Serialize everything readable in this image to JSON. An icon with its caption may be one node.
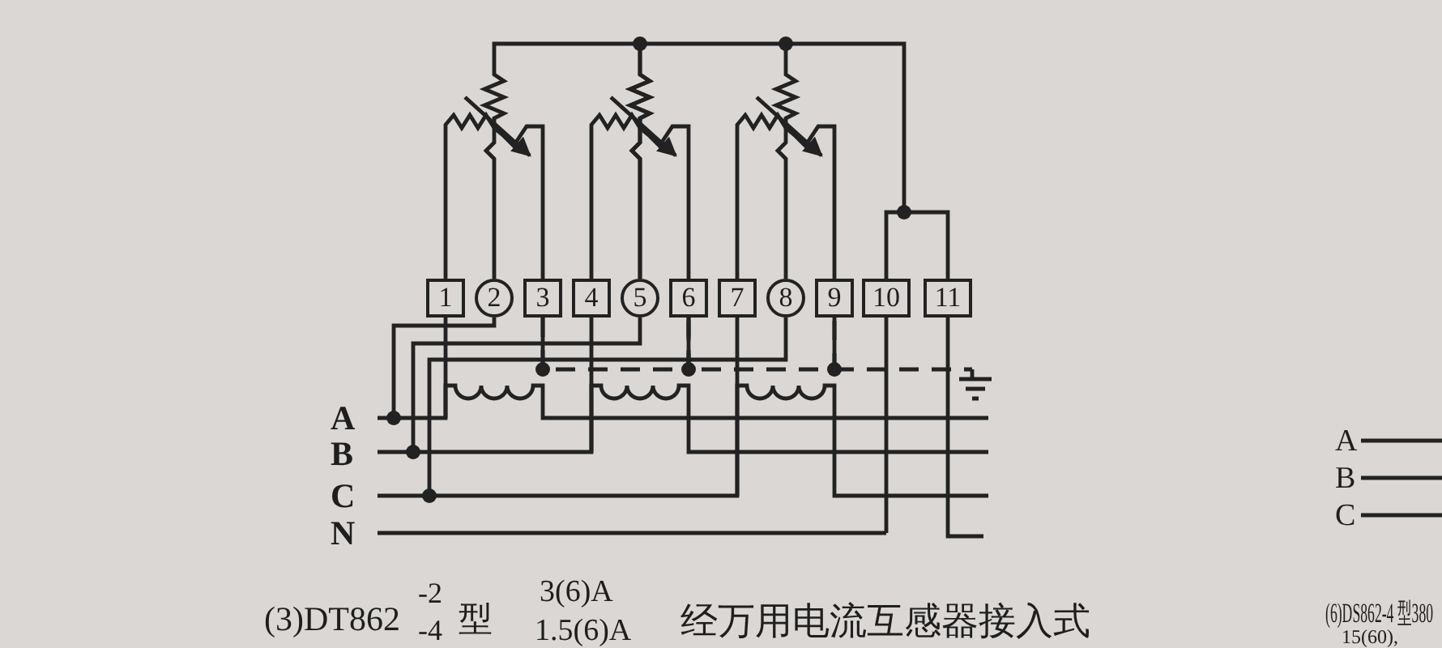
{
  "diagram": {
    "nodes": [
      {
        "text": [
          "1"
        ]
      },
      {
        "text": [
          "2"
        ]
      },
      {
        "text": [
          "3"
        ]
      },
      {
        "text": [
          "4"
        ]
      },
      {
        "text": [
          "5"
        ]
      },
      {
        "text": [
          "6"
        ]
      },
      {
        "text": [
          "7"
        ]
      },
      {
        "text": [
          "8"
        ]
      },
      {
        "text": [
          "9"
        ]
      },
      {
        "text": [
          "10"
        ]
      },
      {
        "text": [
          "11"
        ]
      }
    ],
    "edges": [
      {
        "from": 9,
        "to": 10,
        "arrow": "none"
      },
      {
        "from": 0,
        "to": 2,
        "arrow": "none"
      },
      {
        "from": 3,
        "to": 5,
        "arrow": "none"
      },
      {
        "from": 6,
        "to": 8,
        "arrow": "none"
      },
      {
        "from": 1,
        "to": 4,
        "arrow": "none"
      },
      {
        "from": 4,
        "to": 7,
        "arrow": "none"
      },
      {
        "from": 2,
        "to": 5,
        "arrow": "none",
        "style": "dashed"
      },
      {
        "from": 5,
        "to": 8,
        "arrow": "none",
        "style": "dashed"
      }
    ],
    "labels": [
      "A",
      "B",
      "C",
      "N",
      "A",
      "B",
      "C",
      "(3)DT862",
      "-2",
      "-4",
      "型",
      "3(6)A",
      "1.5(6)A",
      "经万用电流互感器接入式",
      "(6)DS862-4 型380",
      "15(60),"
    ]
  }
}
